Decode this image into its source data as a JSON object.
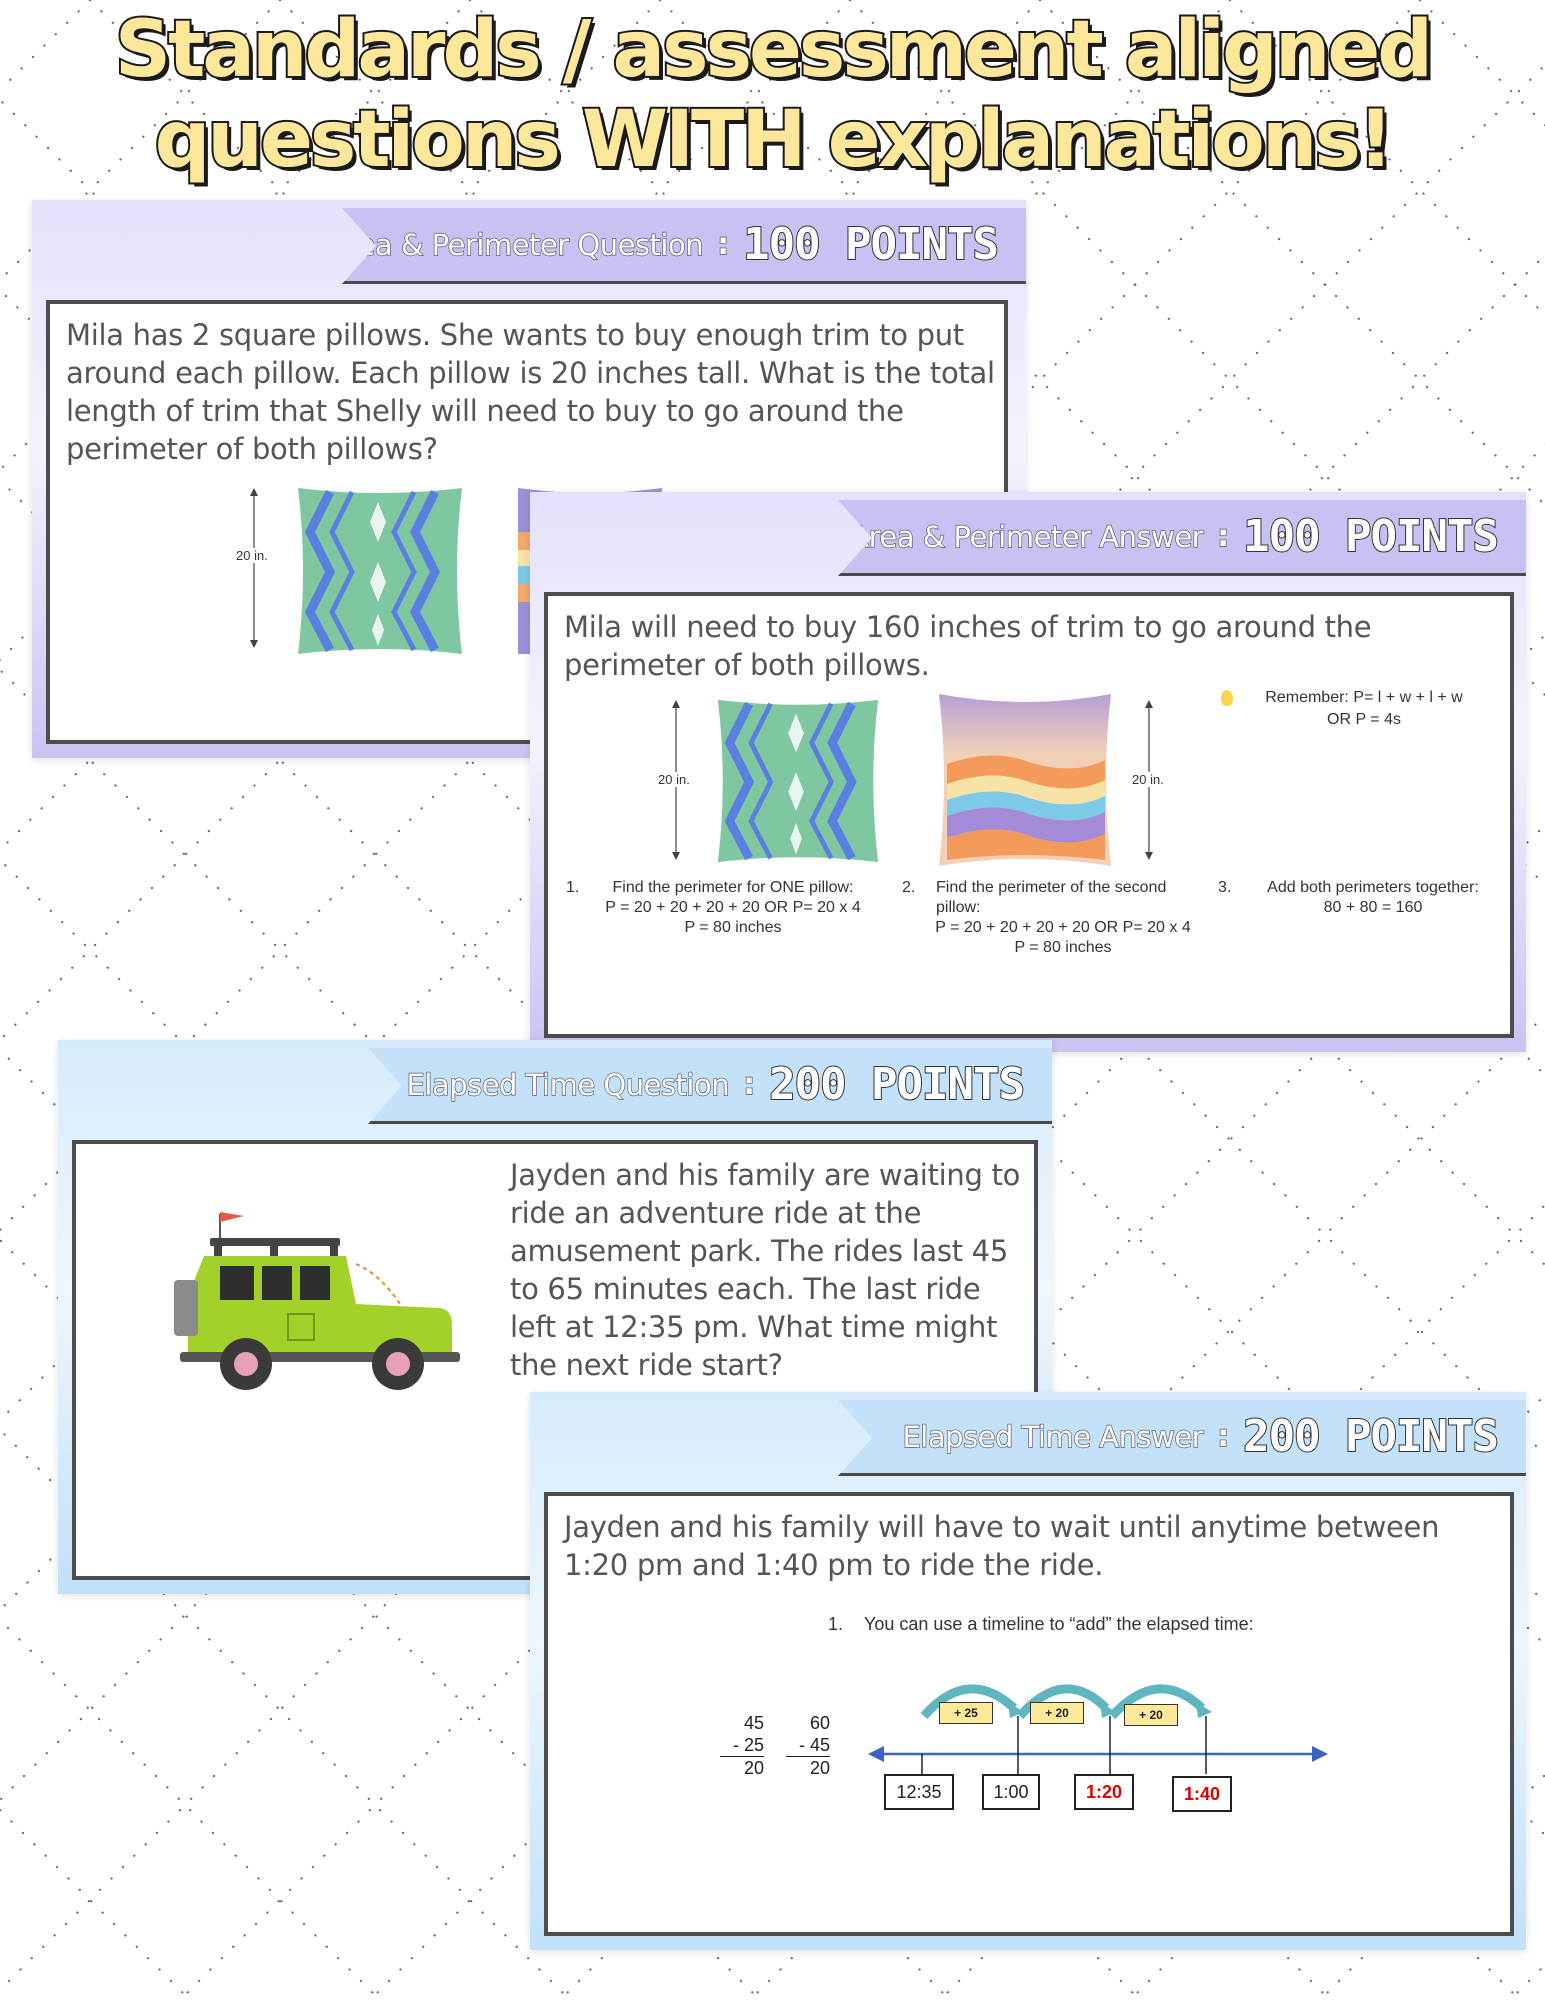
{
  "headline": {
    "line1": "Standards / assessment aligned",
    "line2": "questions WITH explanations!"
  },
  "slide1": {
    "banner_title": "Area & Perimeter Question",
    "points": "100 POINTS",
    "question": "Mila has 2 square pillows. She wants to buy enough trim to put around each pillow. Each pillow is 20 inches tall. What is the total length of trim that Shelly will need to buy to go around the perimeter of both pillows?",
    "measure_label": "20 in."
  },
  "slide2": {
    "banner_title": "Area & Perimeter Answer",
    "points": "100 POINTS",
    "answer": "Mila will need to buy 160 inches of trim to go around the perimeter of both pillows.",
    "remember_line1": "Remember: P= l + w + l + w",
    "remember_line2": "OR P = 4s",
    "measure_label_left": "20 in.",
    "measure_label_right": "20 in.",
    "step1_num": "1.",
    "step1_line1": "Find the perimeter for ONE pillow:",
    "step1_line2": "P = 20 + 20 + 20 + 20 OR P= 20 x 4",
    "step1_line3": "P = 80 inches",
    "step2_num": "2.",
    "step2_line1": "Find the perimeter of the second",
    "step2_line2": "pillow:",
    "step2_line3": "P = 20 + 20 + 20 + 20 OR P= 20 x 4",
    "step2_line4": "P = 80 inches",
    "step3_num": "3.",
    "step3_line1": "Add both perimeters together:",
    "step3_line2": "80 + 80 = 160"
  },
  "slide3": {
    "banner_title": "Elapsed Time  Question",
    "points": "200 POINTS",
    "question": "Jayden and his family are waiting to ride an adventure ride at the amusement park. The rides last 45 to 65 minutes each. The last ride left at 12:35 pm. What time might the next ride start?"
  },
  "slide4": {
    "banner_title": "Elapsed Time Answer",
    "points": "200 POINTS",
    "answer": "Jayden and his family will have to wait until anytime between 1:20 pm and 1:40 pm to ride the ride.",
    "step1_num": "1.",
    "step1_text": "You can use a timeline to “add” the elapsed time:",
    "math1": [
      "45",
      "- 25",
      "20"
    ],
    "math2": [
      "60",
      "- 45",
      "20"
    ],
    "jumps": [
      "+ 25",
      "+ 20",
      "+ 20"
    ],
    "times": [
      "12:35",
      "1:00",
      "1:20",
      "1:40"
    ]
  },
  "colors": {
    "headline_fill": "#fde79a",
    "purple_banner": "#c7c2f4",
    "blue_banner": "#c3e2fa",
    "accent_red": "#e00000",
    "timeline_blue": "#3a64c4",
    "arrow_teal": "#5fb5c0"
  }
}
